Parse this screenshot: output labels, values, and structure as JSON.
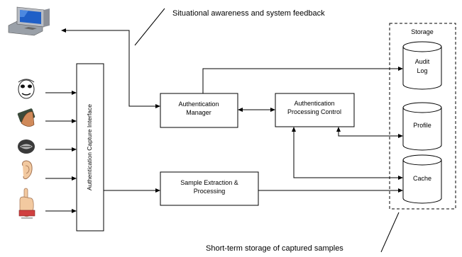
{
  "annotations": {
    "feedback": "Situational awareness and system feedback",
    "short_term": "Short-term storage of captured samples"
  },
  "interface": {
    "label": "Authentication Capture Interface"
  },
  "boxes": {
    "manager": [
      "Authentication",
      "Manager"
    ],
    "processing_control": [
      "Authentication",
      "Processing Control"
    ],
    "sample_extraction": [
      "Sample Extraction &",
      "Processing"
    ]
  },
  "storage": {
    "title": "Storage",
    "audit_log": [
      "Audit",
      "Log"
    ],
    "profile": "Profile",
    "cache": "Cache"
  },
  "icons": {
    "monitor": "computer-monitor-icon",
    "inputs": [
      "face-icon",
      "hand-icon",
      "lips-icon",
      "ear-icon",
      "finger-icon"
    ]
  },
  "colors": {
    "line": "#000000",
    "monitor_blue": "#1f5fc7",
    "monitor_body": "#b8bcc4",
    "skin": "#f2c9a0"
  }
}
